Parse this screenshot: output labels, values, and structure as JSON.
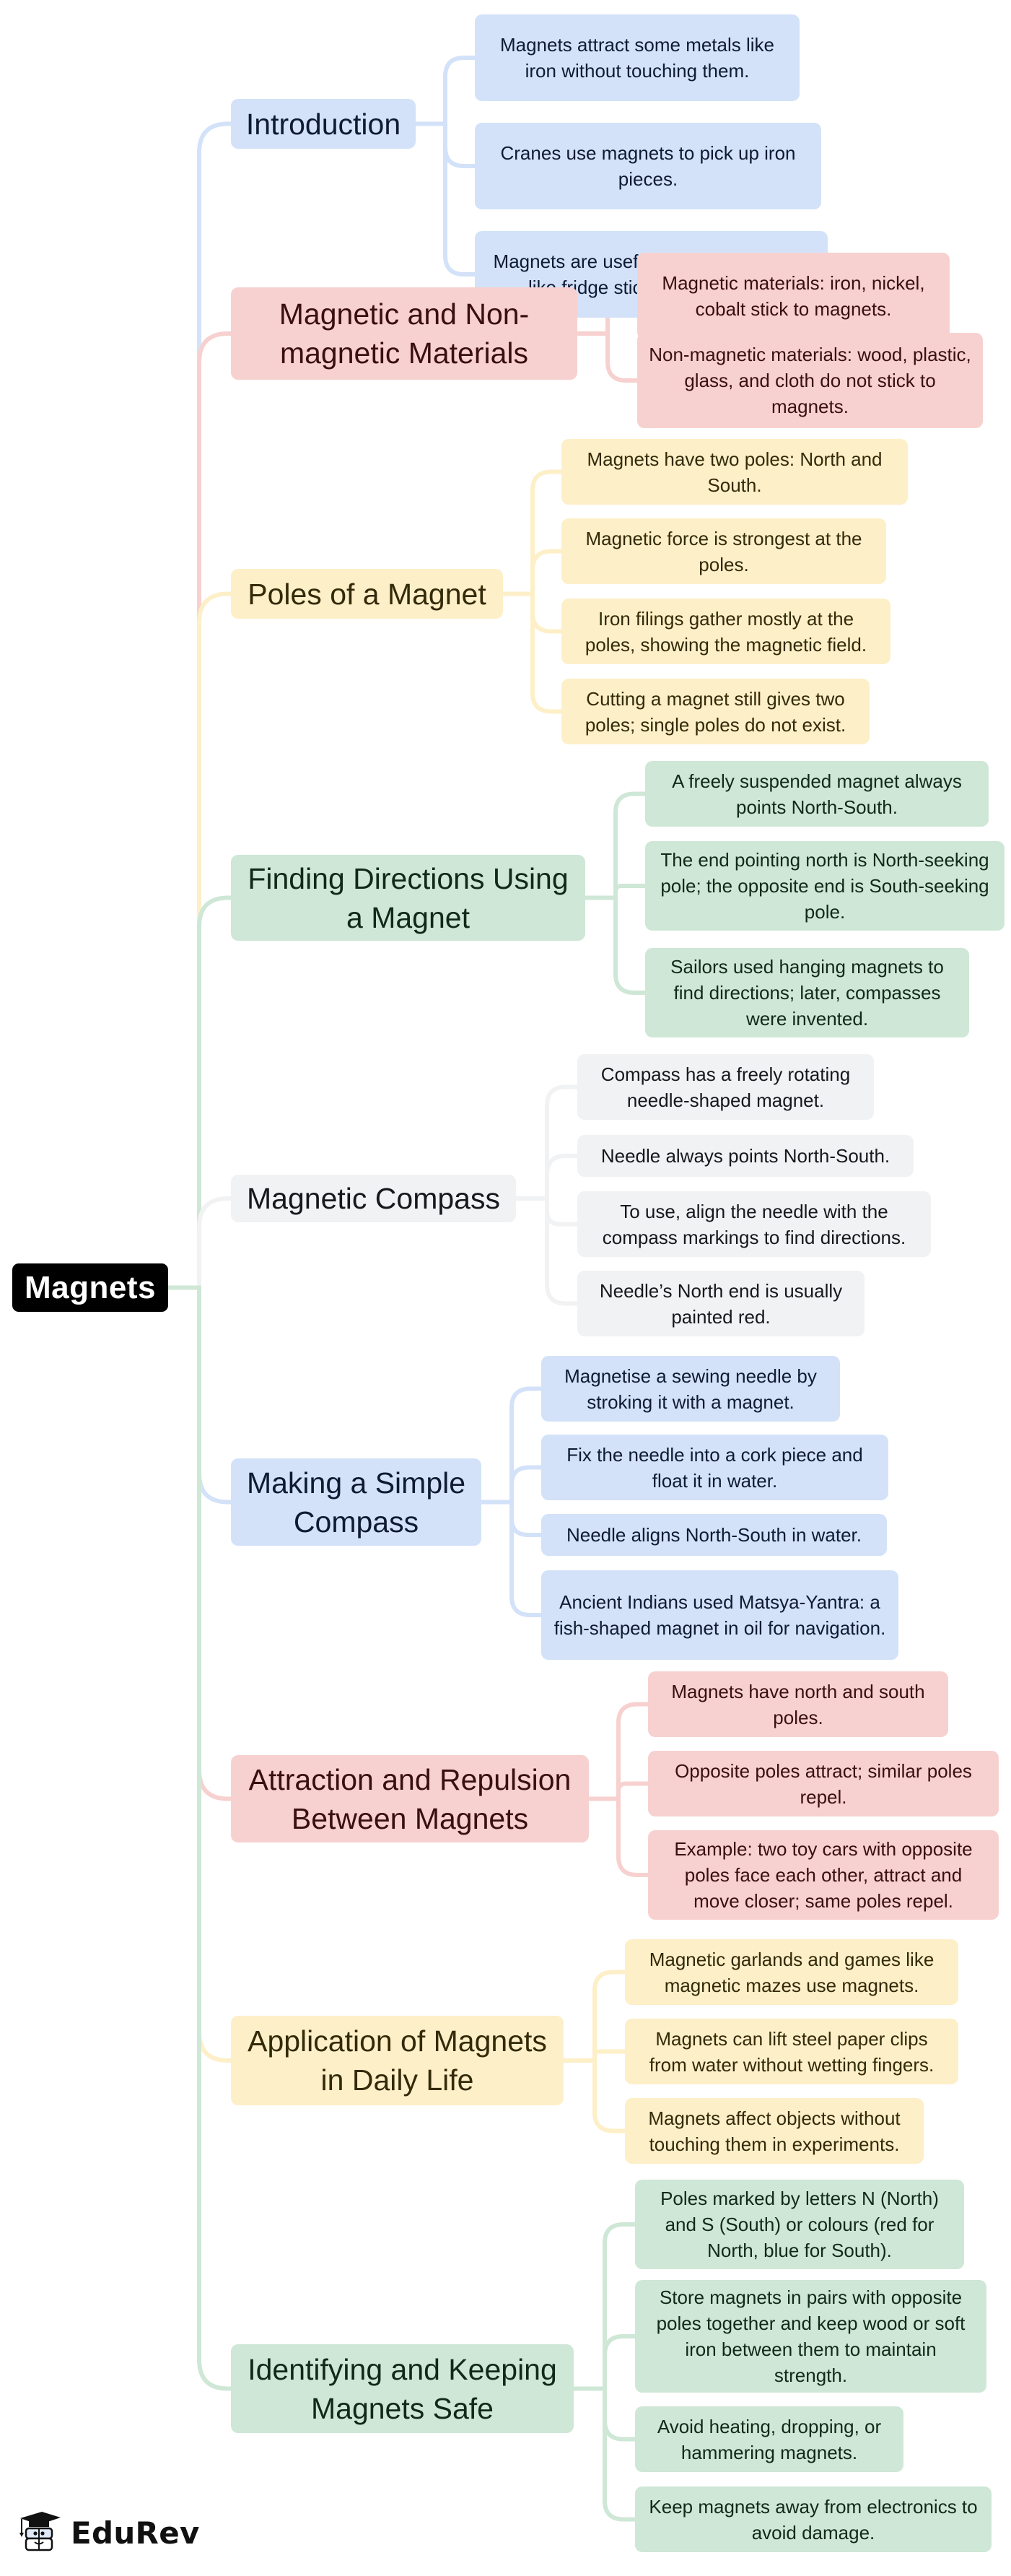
{
  "title": "Magnets",
  "colors": {
    "blue": {
      "fill": "#d3e2f9",
      "line": "#d3e2f9",
      "text": "#0f1a33"
    },
    "red": {
      "fill": "#f7d1cf",
      "line": "#f7d1cf",
      "text": "#3a0f0f"
    },
    "yellow": {
      "fill": "#fdefc7",
      "line": "#fdefc7",
      "text": "#332a0a"
    },
    "green": {
      "fill": "#cfe7d6",
      "line": "#cfe7d6",
      "text": "#10291a"
    },
    "gray": {
      "fill": "#f1f2f3",
      "line": "#f1f2f3",
      "text": "#15181c"
    }
  },
  "branches": [
    {
      "label": "Introduction",
      "color": "blue",
      "leaves": [
        "Magnets attract some metals like iron without touching them.",
        "Cranes use magnets to pick up iron pieces.",
        "Magnets are useful in everyday things like fridge stickers and boxes."
      ]
    },
    {
      "label": "Magnetic and Non-magnetic Materials",
      "color": "red",
      "leaves": [
        "Magnetic materials: iron, nickel, cobalt stick to magnets.",
        "Non-magnetic materials: wood, plastic, glass, and cloth do not stick to magnets."
      ]
    },
    {
      "label": "Poles of a Magnet",
      "color": "yellow",
      "leaves": [
        "Magnets have two poles: North and South.",
        "Magnetic force is strongest at the poles.",
        "Iron filings gather mostly at the poles, showing the magnetic field.",
        "Cutting a magnet still gives two poles; single poles do not exist."
      ]
    },
    {
      "label": "Finding Directions Using a Magnet",
      "color": "green",
      "leaves": [
        "A freely suspended magnet always points North-South.",
        "The end pointing north is North-seeking pole; the opposite end is South-seeking pole.",
        "Sailors used hanging magnets to find directions; later, compasses were invented."
      ]
    },
    {
      "label": "Magnetic Compass",
      "color": "gray",
      "leaves": [
        "Compass has a freely rotating needle-shaped magnet.",
        "Needle always points North-South.",
        "To use, align the needle with the compass markings to find directions.",
        "Needle’s North end is usually painted red."
      ]
    },
    {
      "label": "Making a Simple Compass",
      "color": "blue",
      "leaves": [
        "Magnetise a sewing needle by stroking it with a magnet.",
        "Fix the needle into a cork piece and float it in water.",
        "Needle aligns North-South in water.",
        "Ancient Indians used Matsya-Yantra: a fish-shaped magnet in oil for navigation."
      ]
    },
    {
      "label": "Attraction and Repulsion Between Magnets",
      "color": "red",
      "leaves": [
        "Magnets have north and south poles.",
        "Opposite poles attract; similar poles repel.",
        "Example: two toy cars with opposite poles face each other, attract and move closer; same poles repel."
      ]
    },
    {
      "label": "Application of Magnets in Daily Life",
      "color": "yellow",
      "leaves": [
        "Magnetic garlands and games like magnetic mazes use magnets.",
        "Magnets can lift steel paper clips from water without wetting fingers.",
        "Magnets affect objects without touching them in experiments."
      ]
    },
    {
      "label": "Identifying and Keeping Magnets Safe",
      "color": "green",
      "leaves": [
        "Poles marked by letters N (North) and S (South) or colours (red for North, blue for South).",
        "Store magnets in pairs with opposite poles together and keep wood or soft iron between them to maintain strength.",
        "Avoid heating, dropping, or hammering magnets.",
        "Keep magnets away from electronics to avoid damage."
      ]
    }
  ],
  "logo": {
    "text": "EduRev",
    "icon": "graduation-cap-book-icon"
  }
}
